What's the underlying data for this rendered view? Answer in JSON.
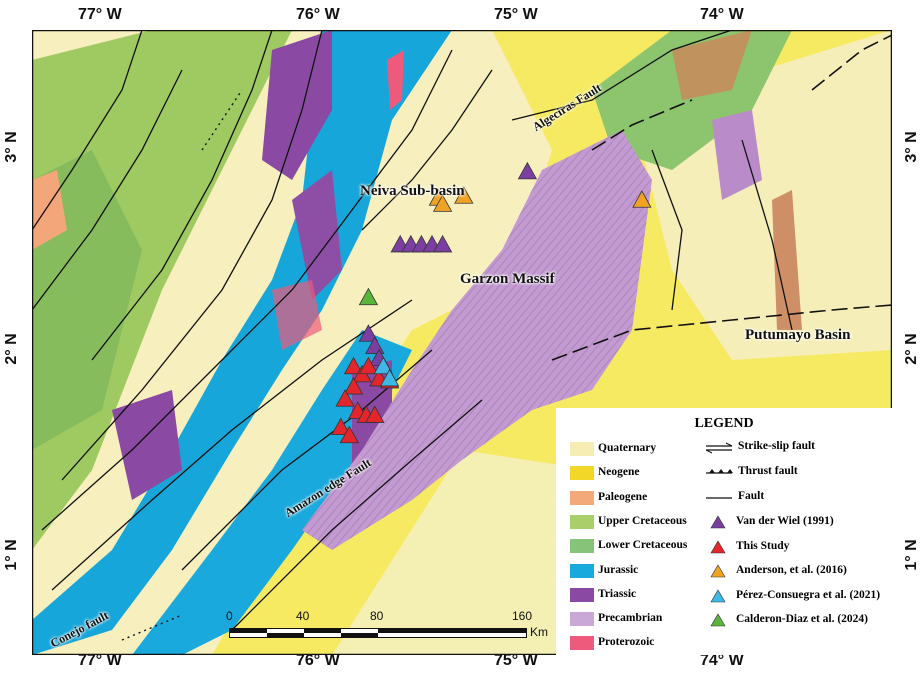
{
  "axes": {
    "longitude_labels": [
      "77° W",
      "76° W",
      "75° W",
      "74° W"
    ],
    "latitude_labels": [
      "3° N",
      "2° N",
      "1° N"
    ]
  },
  "map_labels": {
    "neiva": "Neiva Sub-basin",
    "garzon": "Garzon Massif",
    "putumayo": "Putumayo Basin",
    "algeciras": "Algeciras Fault",
    "amazon": "Amazon edge Fault",
    "conejo": "Conejo fault"
  },
  "legend": {
    "title": "LEGEND",
    "units": [
      {
        "label": "Quaternary",
        "color": "#f6edb4"
      },
      {
        "label": "Neogene",
        "color": "#f3d728"
      },
      {
        "label": "Paleogene",
        "color": "#f4a97a"
      },
      {
        "label": "Upper Cretaceous",
        "color": "#a9cf6a"
      },
      {
        "label": "Lower Cretaceous",
        "color": "#86c47a"
      },
      {
        "label": "Jurassic",
        "color": "#1aa9dc"
      },
      {
        "label": "Triassic",
        "color": "#8a4aa3"
      },
      {
        "label": "Precambrian",
        "color": "#c9a8d6"
      },
      {
        "label": "Proterozoic",
        "color": "#ee5a7c"
      }
    ],
    "structures": [
      "Strike-slip fault",
      "Thrust fault",
      "Fault"
    ],
    "samples": [
      {
        "label": "Van der Wiel (1991)",
        "color": "#7a3fa0"
      },
      {
        "label": "This Study",
        "color": "#e3262b"
      },
      {
        "label": "Anderson, et al. (2016)",
        "color": "#f0a225"
      },
      {
        "label": "Pérez-Consuegra et al. (2021)",
        "color": "#3fb8e8"
      },
      {
        "label": "Calderon-Diaz et al. (2024)",
        "color": "#5ab53c"
      }
    ]
  },
  "scale": {
    "ticks": [
      "0",
      "40",
      "80",
      "160"
    ],
    "unit": "Km"
  },
  "samples_points": {
    "van_der_wiel": [
      [
        75.4,
        2.42
      ],
      [
        75.35,
        2.42
      ],
      [
        75.3,
        2.42
      ],
      [
        75.25,
        2.42
      ],
      [
        75.2,
        2.42
      ],
      [
        74.8,
        2.78
      ],
      [
        75.55,
        1.98
      ],
      [
        75.52,
        1.92
      ],
      [
        75.5,
        1.86
      ]
    ],
    "this_study": [
      [
        75.62,
        1.82
      ],
      [
        75.58,
        1.78
      ],
      [
        75.55,
        1.82
      ],
      [
        75.5,
        1.76
      ],
      [
        75.45,
        1.75
      ],
      [
        75.62,
        1.72
      ],
      [
        75.66,
        1.66
      ],
      [
        75.6,
        1.6
      ],
      [
        75.56,
        1.58
      ],
      [
        75.52,
        1.58
      ],
      [
        75.68,
        1.52
      ],
      [
        75.64,
        1.48
      ]
    ],
    "anderson": [
      [
        75.22,
        2.65
      ],
      [
        75.2,
        2.62
      ],
      [
        75.1,
        2.66
      ],
      [
        74.26,
        2.64
      ]
    ],
    "perez": [
      [
        75.48,
        1.82
      ],
      [
        75.45,
        1.76
      ]
    ],
    "calderon": [
      [
        75.55,
        2.16
      ]
    ]
  }
}
